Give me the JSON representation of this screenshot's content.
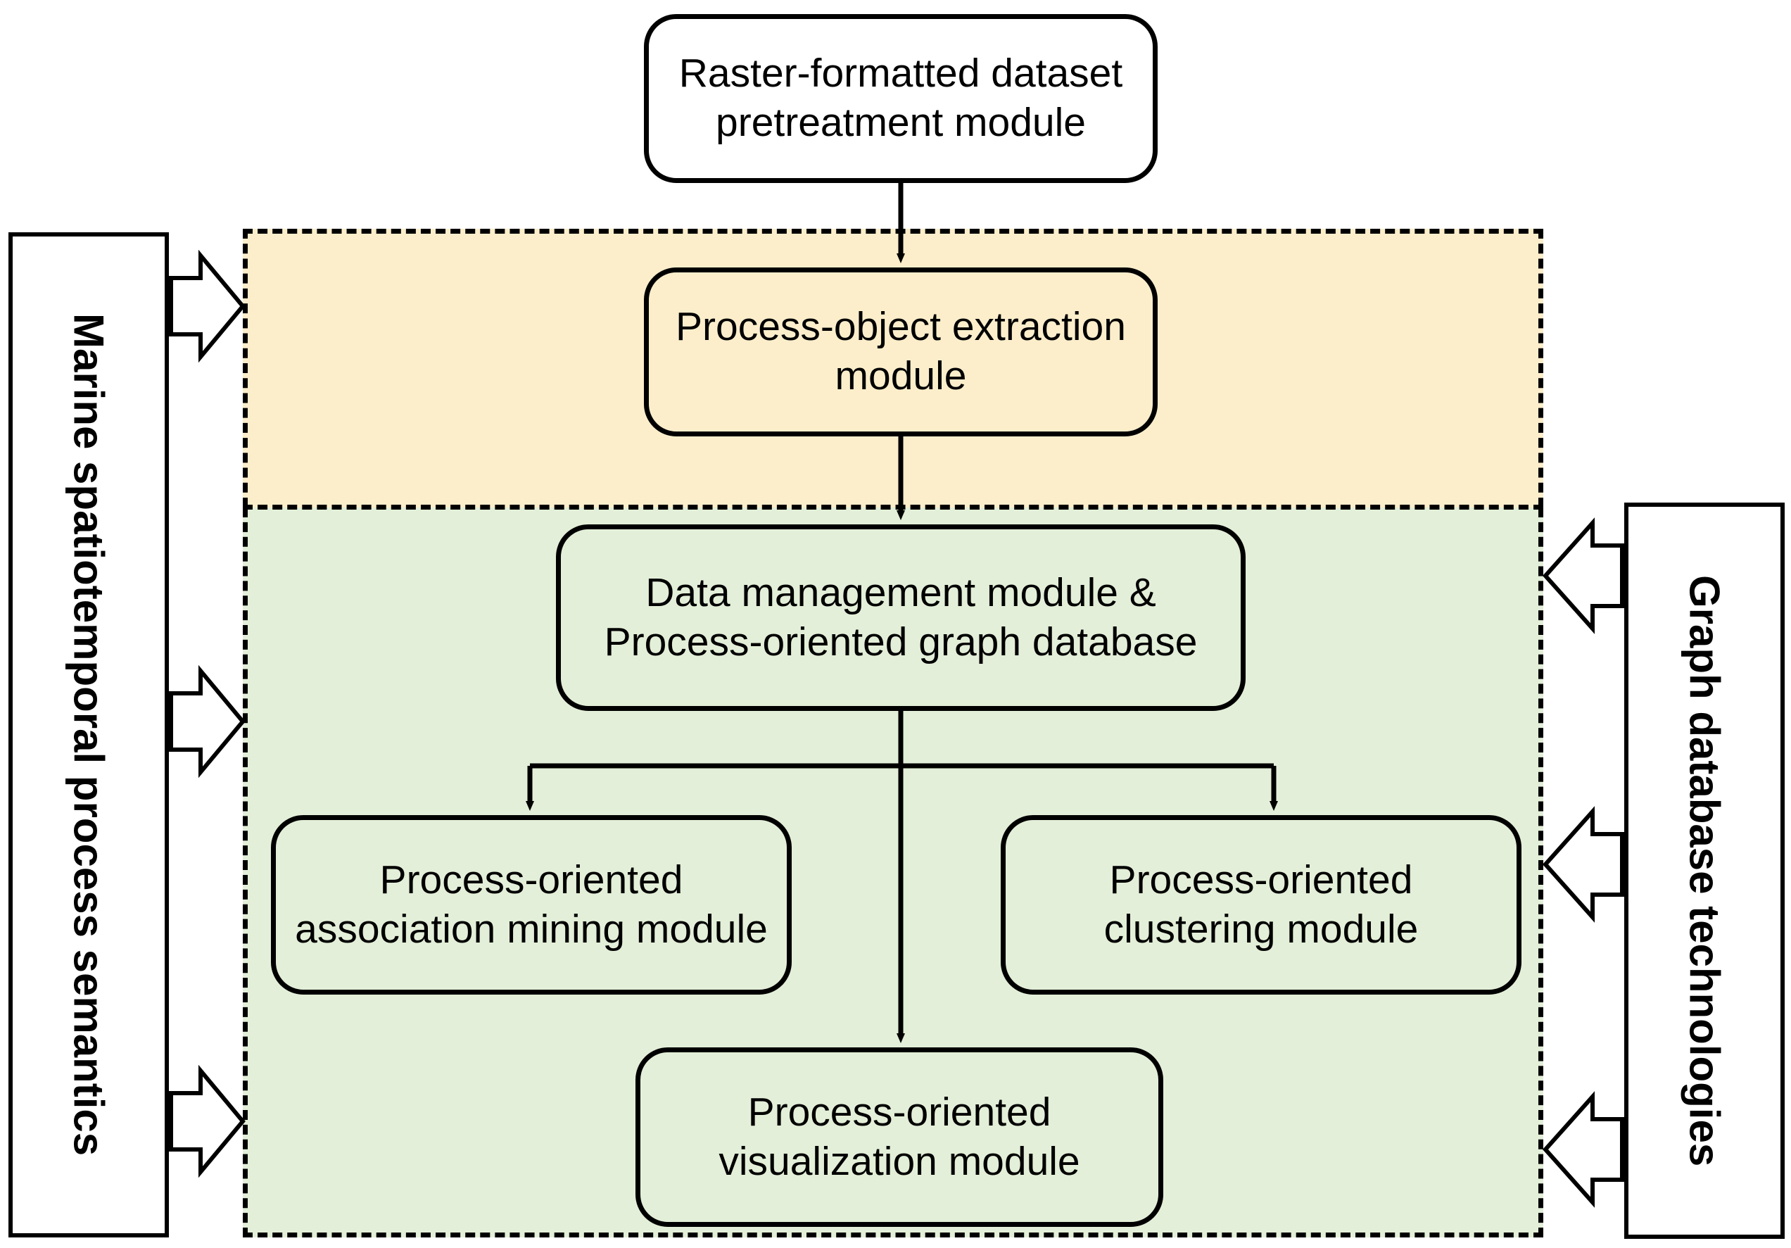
{
  "diagram": {
    "title_present": false,
    "colors": {
      "yellow_region_fill": "#FCEECB",
      "green_region_fill": "#E3EFD8",
      "box_fill_white": "#FFFFFF",
      "stroke": "#000000",
      "background": "#FFFFFF"
    }
  },
  "banners": {
    "left": {
      "label": "Marine spatiotemporal process semantics",
      "arrow_count": 3,
      "arrow_direction": "right"
    },
    "right": {
      "label": "Graph database technologies",
      "arrow_count": 3,
      "arrow_direction": "left"
    }
  },
  "regions": [
    {
      "id": "upper",
      "fill": "#FCEECB",
      "border": "dashed"
    },
    {
      "id": "lower",
      "fill": "#E3EFD8",
      "border": "dashed"
    }
  ],
  "modules": {
    "pretreatment": {
      "line1": "Raster-formatted dataset",
      "line2": "pretreatment module"
    },
    "extraction": {
      "line1": "Process-object extraction",
      "line2": "module"
    },
    "datamgmt": {
      "line1": "Data management module &",
      "line2": "Process-oriented graph database"
    },
    "association": {
      "line1": "Process-oriented",
      "line2": "association mining module"
    },
    "clustering": {
      "line1": "Process-oriented",
      "line2": "clustering module"
    },
    "visualization": {
      "line1": "Process-oriented",
      "line2": "visualization module"
    }
  },
  "connectors": [
    {
      "from": "pretreatment",
      "to": "extraction",
      "type": "arrow-down"
    },
    {
      "from": "extraction",
      "to": "datamgmt",
      "type": "arrow-down"
    },
    {
      "from": "datamgmt",
      "to": "association",
      "type": "arrow-down-branch-left"
    },
    {
      "from": "datamgmt",
      "to": "clustering",
      "type": "arrow-down-branch-right"
    },
    {
      "from": "datamgmt",
      "to": "visualization",
      "type": "arrow-down"
    }
  ]
}
